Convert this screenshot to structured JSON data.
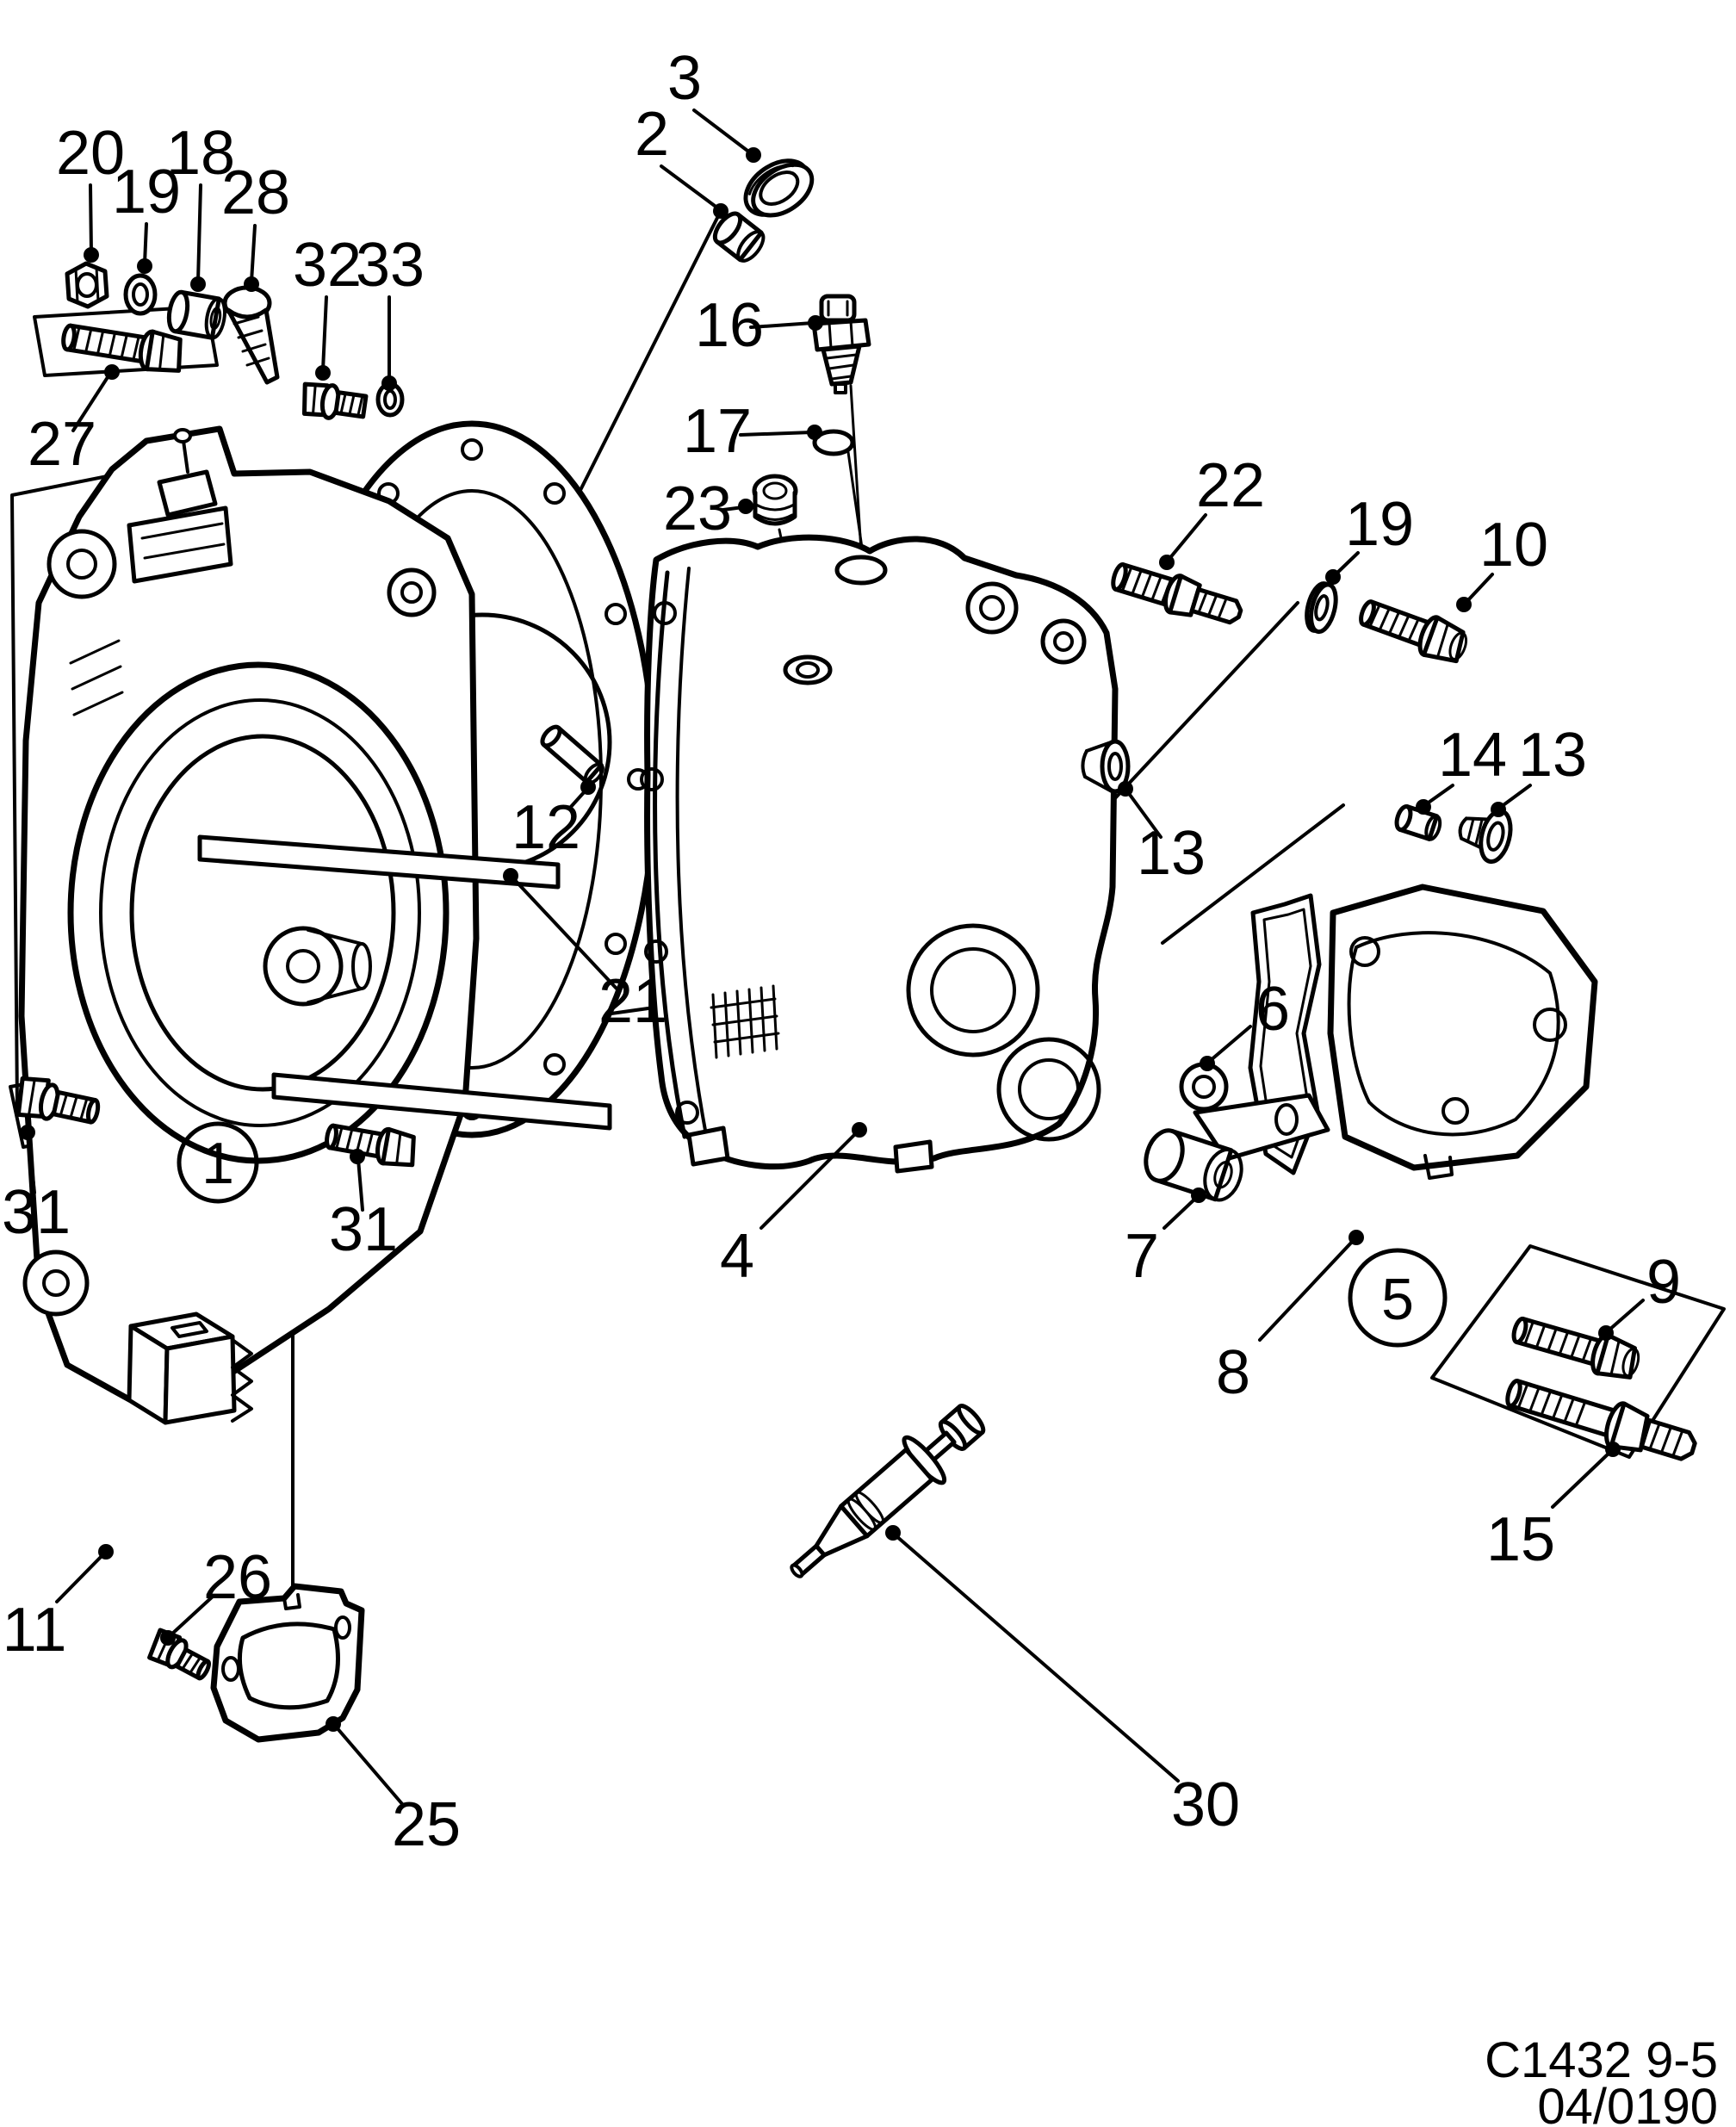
{
  "callouts": {
    "n20": "20",
    "n19a": "19",
    "n18": "18",
    "n28": "28",
    "n32": "32",
    "n33": "33",
    "n3": "3",
    "n2": "2",
    "n27": "27",
    "n16": "16",
    "n17": "17",
    "n23": "23",
    "n22": "22",
    "n19b": "19",
    "n10": "10",
    "n14": "14",
    "n13a": "13",
    "n13b": "13",
    "n12": "12",
    "n21": "21",
    "n6": "6",
    "n4": "4",
    "n7": "7",
    "n8": "8",
    "n9": "9",
    "n15": "15",
    "n30": "30",
    "n1": "1",
    "n5": "5",
    "n31a": "31",
    "n31b": "31",
    "n26": "26",
    "n11": "11",
    "n25": "25"
  },
  "footer": {
    "code": "C1432 9-5",
    "issue": "04/0190"
  }
}
